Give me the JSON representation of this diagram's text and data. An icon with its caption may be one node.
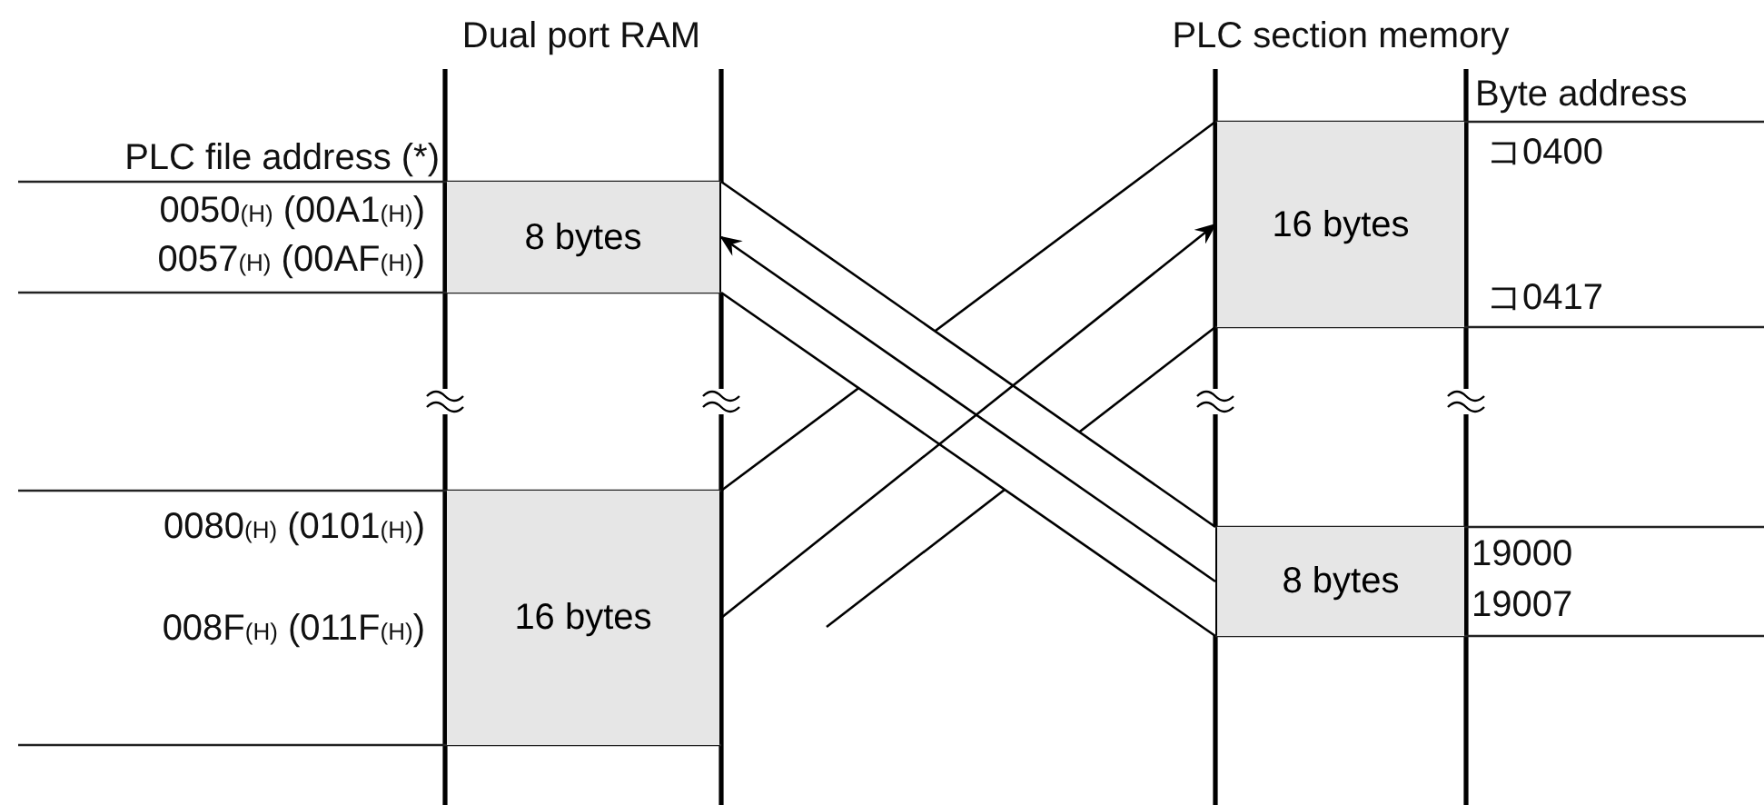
{
  "diagram": {
    "nodes": [
      {
        "text": [
          "8 bytes"
        ],
        "beside": [
          "0050$_{(H)}$ (00A1$_{(H)}$)",
          "0057$_{(H)}$ (00AF$_{(H)}$)"
        ]
      },
      {
        "text": [
          "16 bytes"
        ],
        "beside": [
          "0080$_{(H)}$ (0101$_{(H)}$)",
          "008F$_{(H)}$ (011F$_{(H)}$)"
        ]
      },
      {
        "text": [
          "16 bytes"
        ],
        "beside": [
          "コ0400",
          "コ0417"
        ]
      },
      {
        "text": [
          "8 bytes"
        ],
        "beside": [
          "19000",
          "19007"
        ]
      }
    ],
    "edges": [
      {
        "from": 3,
        "to": 0,
        "arrow": "to"
      },
      {
        "from": 1,
        "to": 2,
        "arrow": "to"
      }
    ],
    "labels": [
      "Dual port RAM",
      "PLC section memory",
      "Byte address",
      "PLC file address (*)"
    ]
  }
}
